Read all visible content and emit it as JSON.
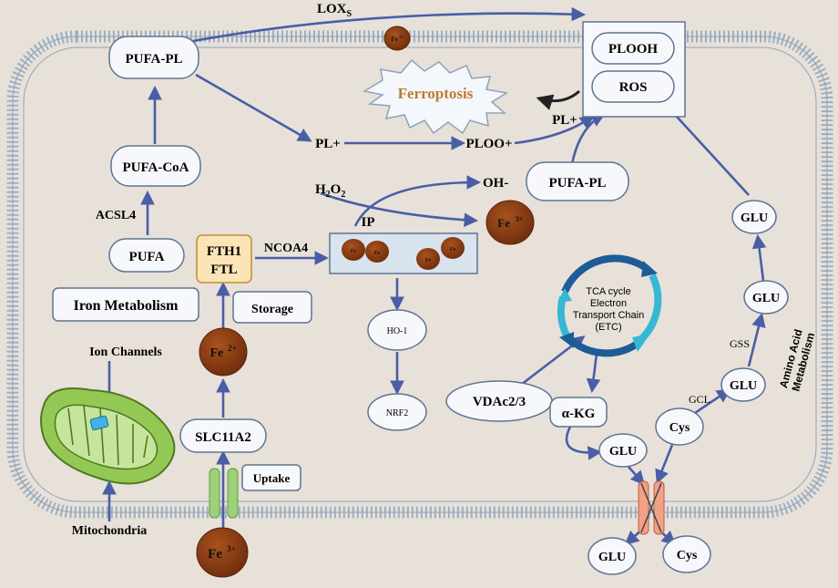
{
  "labels": {
    "pufa_pl_top": "PUFA-PL",
    "pufa_coa": "PUFA-CoA",
    "acsl4": "ACSL4",
    "pufa": "PUFA",
    "iron_metabolism": "Iron Metabolism",
    "ion_channels": "Ion Channels",
    "mitochondria": "Mitochondria",
    "fth1": "FTH1",
    "ftl": "FTL",
    "ncoa4": "NCOA4",
    "storage": "Storage",
    "slc11a2": "SLC11A2",
    "uptake": "Uptake",
    "lox": "LOX",
    "lox_sub": "S",
    "pl_plus": "PL+",
    "ploo_plus": "PLOO+",
    "pl_plus_right": "PL+",
    "h2o2": "H",
    "h2o2_sub1": "2",
    "h2o2_o": "O",
    "h2o2_sub2": "2",
    "oh_minus": "OH-",
    "pufa_pl_mid": "PUFA-PL",
    "ip": "IP",
    "ho1": "HO-1",
    "nrf2": "NRF2",
    "plooh": "PLOOH",
    "ros": "ROS",
    "ferroptosis": "Ferroptosis",
    "tca_line1": "TCA cycle",
    "tca_line2": "Electron",
    "tca_line3": "Transport Chain",
    "tca_line4": "(ETC)",
    "vdac": "VDAc2/3",
    "akg": "α-KG",
    "glu_akg": "GLU",
    "glu_out": "GLU",
    "cys_out": "Cys",
    "cys_in": "Cys",
    "gcl": "GCL",
    "glu_gcl": "GLU",
    "gss": "GSS",
    "glu_gss": "GLU",
    "glu_top": "GLU",
    "amino_line1": "Amino Acid",
    "amino_line2": "Metabolism",
    "fe_base": "Fe",
    "fe2_sup": "2+",
    "fe3_sup": "3+"
  },
  "colors": {
    "background": "#e7e1d9",
    "membrane": "#8fa2b8",
    "box_fill": "#f7f8fb",
    "box_stroke": "#5e7493",
    "arrow": "#4a5ea6",
    "iron": "#8b3a12",
    "storage_fill": "#fbe4b6",
    "storage_stroke": "#c89a4a",
    "ferroptosis_text": "#c07a2e",
    "mito_fill": "#93c855",
    "channel_green": "#9ed07a",
    "channel_orange": "#f2a187",
    "tca_dark": "#1d5c97",
    "tca_light": "#36b8d4"
  }
}
